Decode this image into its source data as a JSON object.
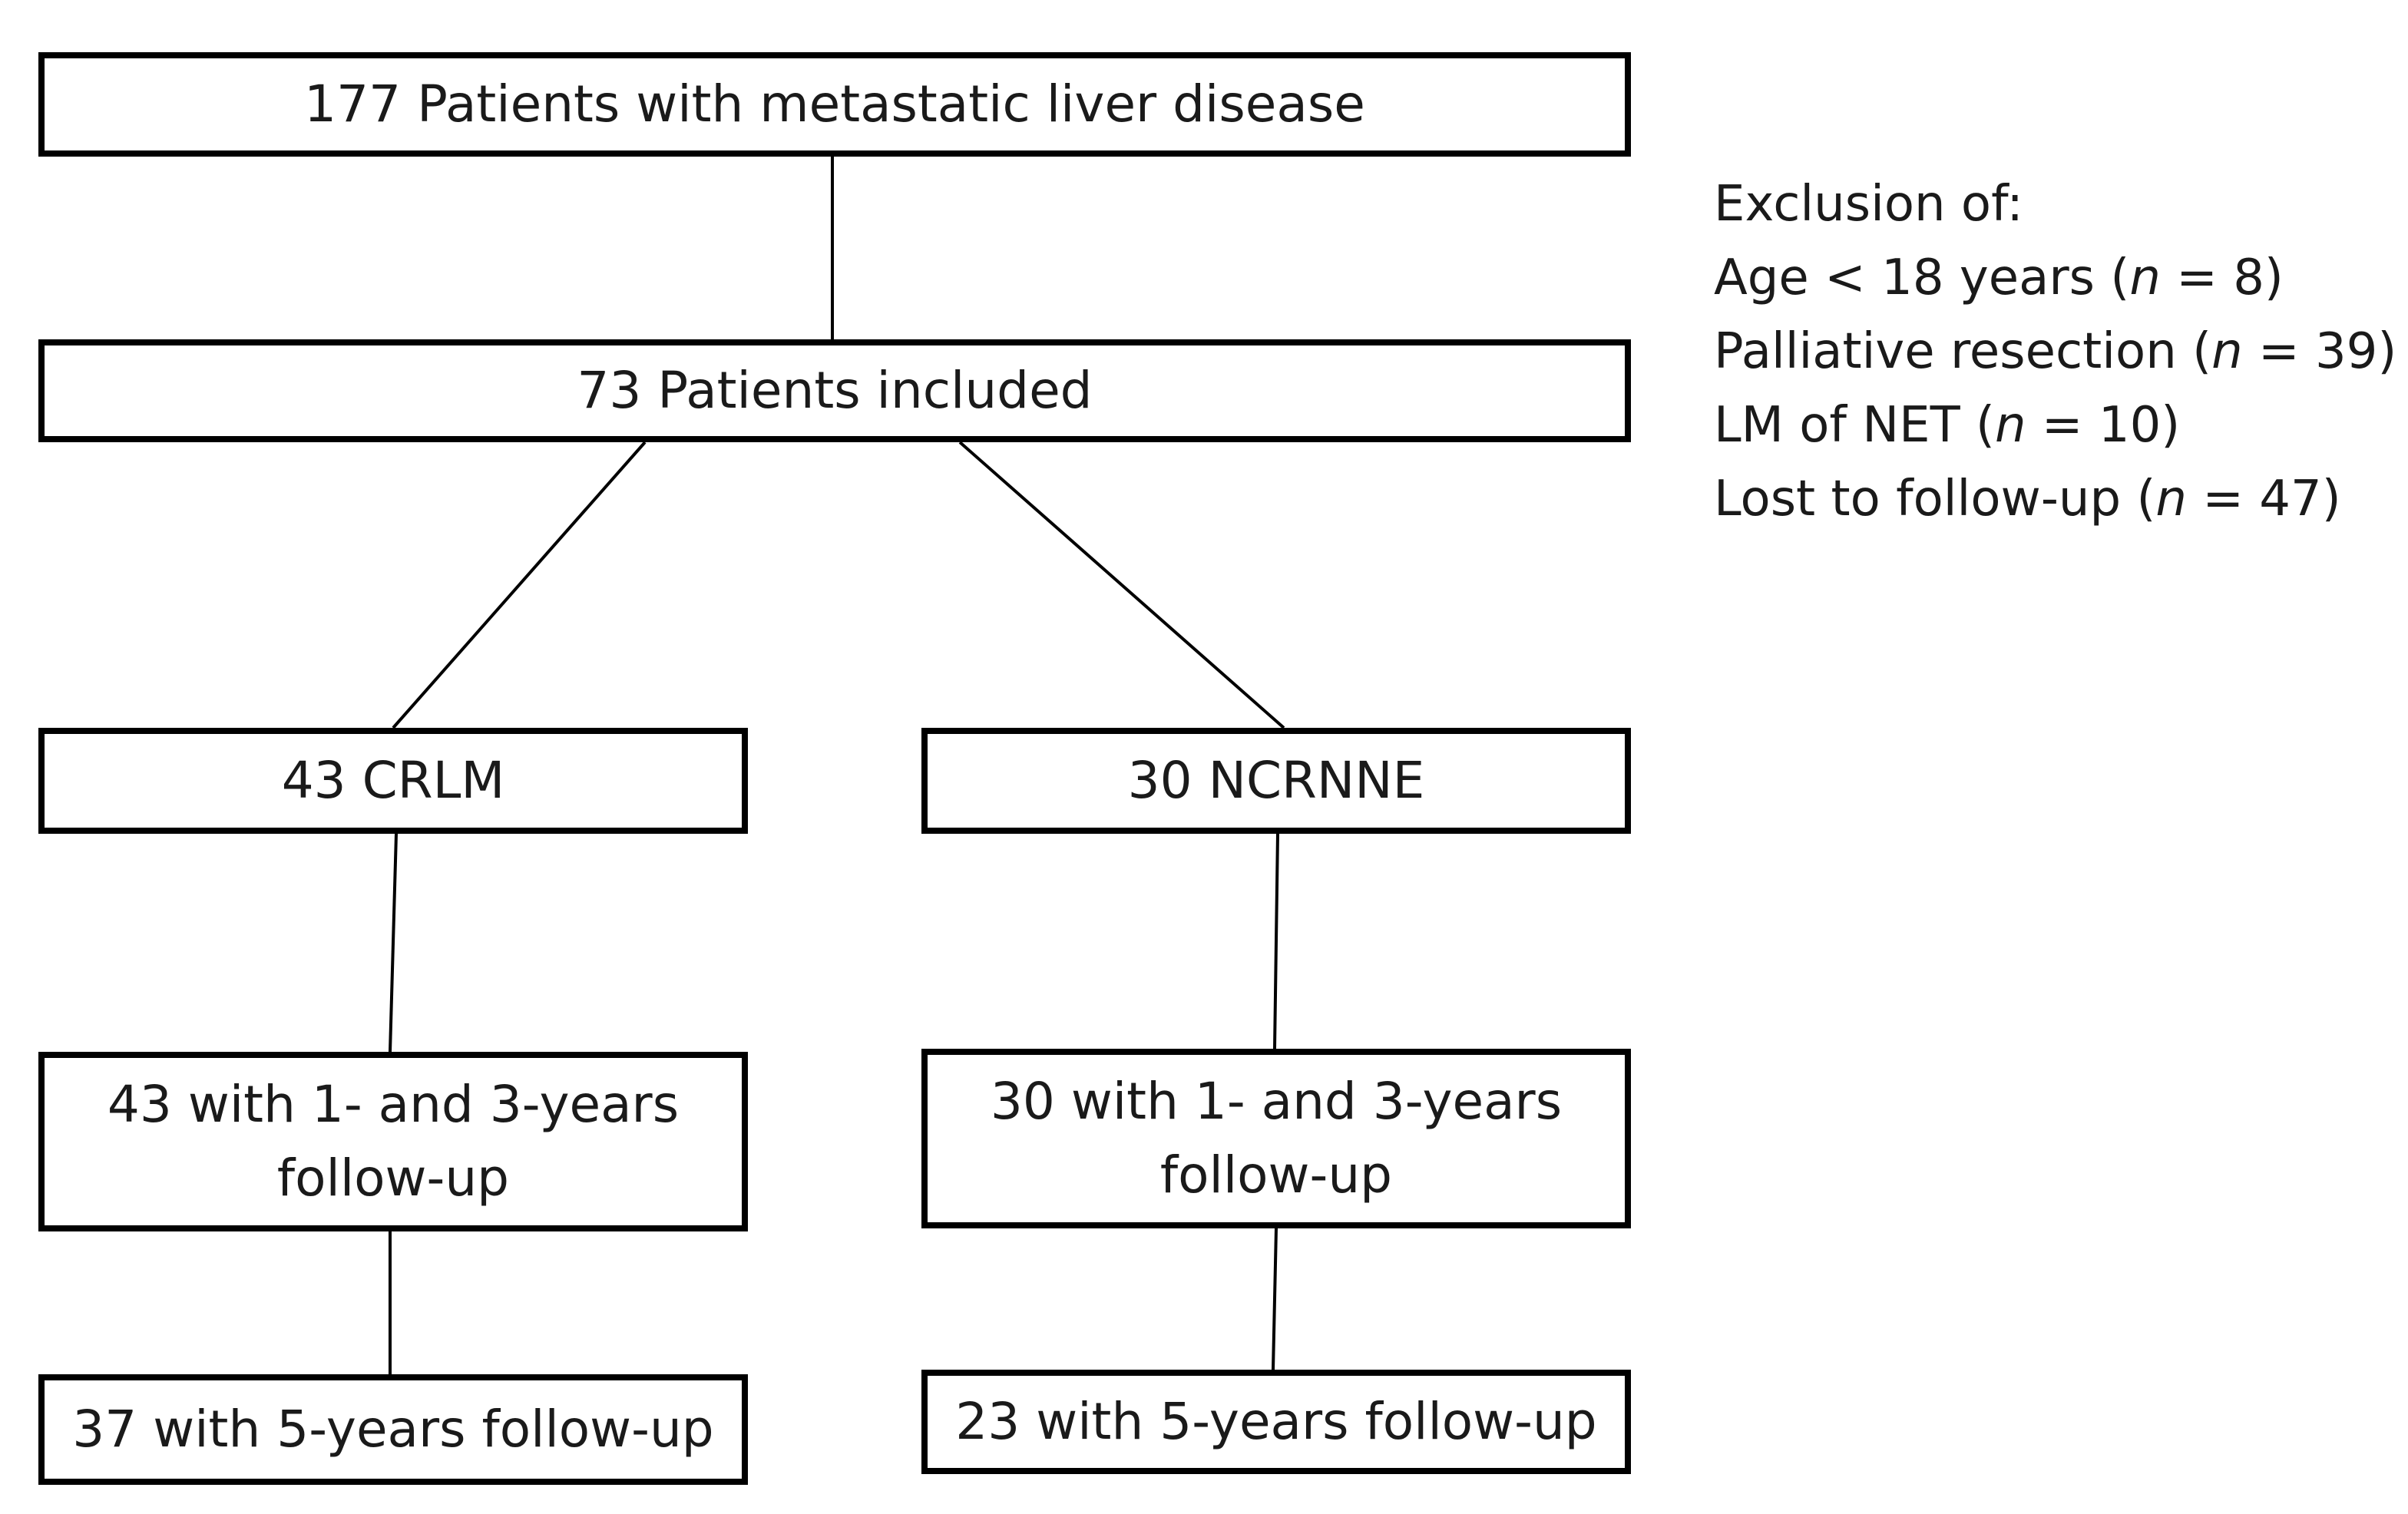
{
  "flowchart": {
    "top_box": "177 Patients with metastatic liver disease",
    "included_box": "73 Patients included",
    "branch_left": {
      "group": "43 CRLM",
      "followup_1_3": [
        "43 with 1- and 3-years",
        "follow-up"
      ],
      "followup_5": "37 with 5-years follow-up"
    },
    "branch_right": {
      "group": "30 NCRNNE",
      "followup_1_3": [
        "30 with 1- and 3-years",
        "follow-up"
      ],
      "followup_5": "23 with 5-years follow-up"
    }
  },
  "exclusion": {
    "heading": "Exclusion of:",
    "items": [
      {
        "label": "Age < 18 years (",
        "n_symbol": "n",
        "count": " = 8)"
      },
      {
        "label": "Palliative resection (",
        "n_symbol": "n",
        "count": " = 39)"
      },
      {
        "label": "LM of NET (",
        "n_symbol": "n",
        "count": " = 10)"
      },
      {
        "label": "Lost to follow-up (",
        "n_symbol": "n",
        "count": " = 47)"
      }
    ]
  }
}
